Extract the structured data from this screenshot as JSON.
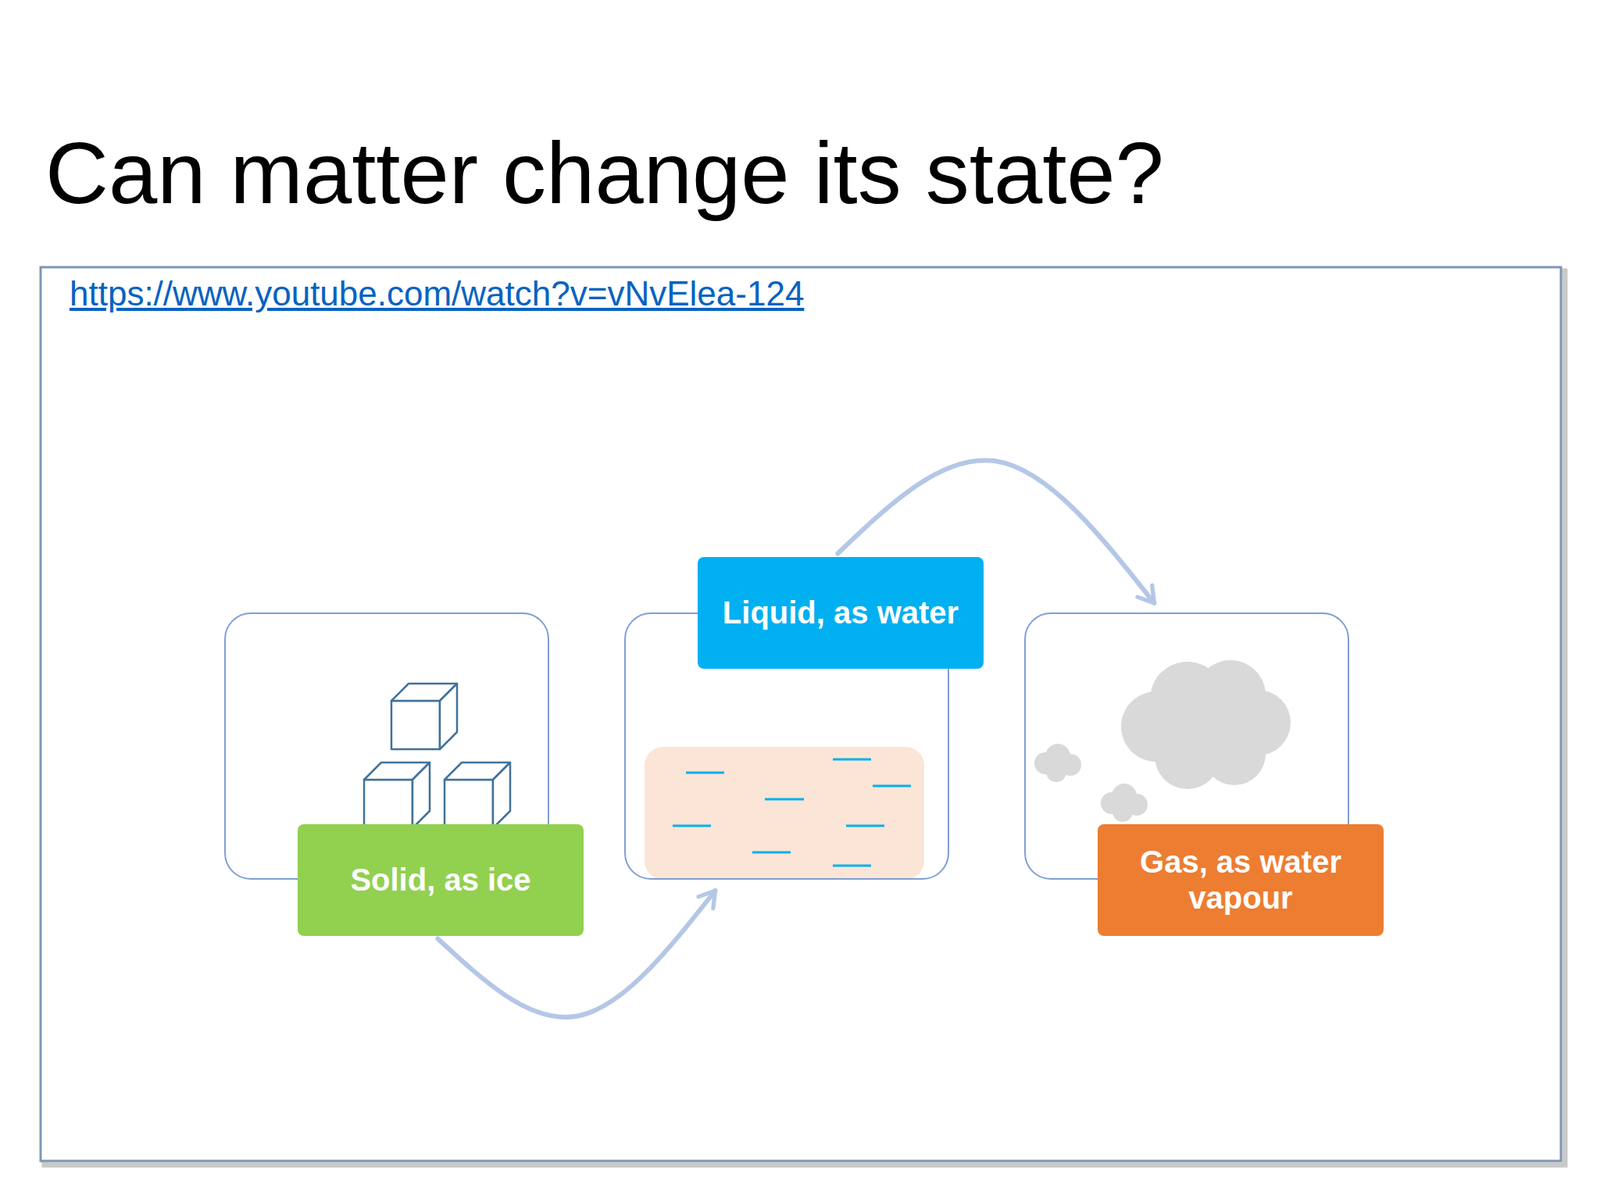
{
  "diagram": {
    "title": "Can matter change its state?",
    "nodes": [
      {
        "text": [
          "Solid, as ice"
        ]
      },
      {
        "text": [
          "Liquid, as water"
        ]
      },
      {
        "text": [
          "Gas, as water vapour"
        ]
      }
    ],
    "edges": [
      {
        "from": 0,
        "to": 1,
        "arrow": "to"
      },
      {
        "from": 1,
        "to": 2,
        "arrow": "to"
      }
    ],
    "labels": [
      "https://www.youtube.com/watch?v=vNvElea-124"
    ]
  }
}
